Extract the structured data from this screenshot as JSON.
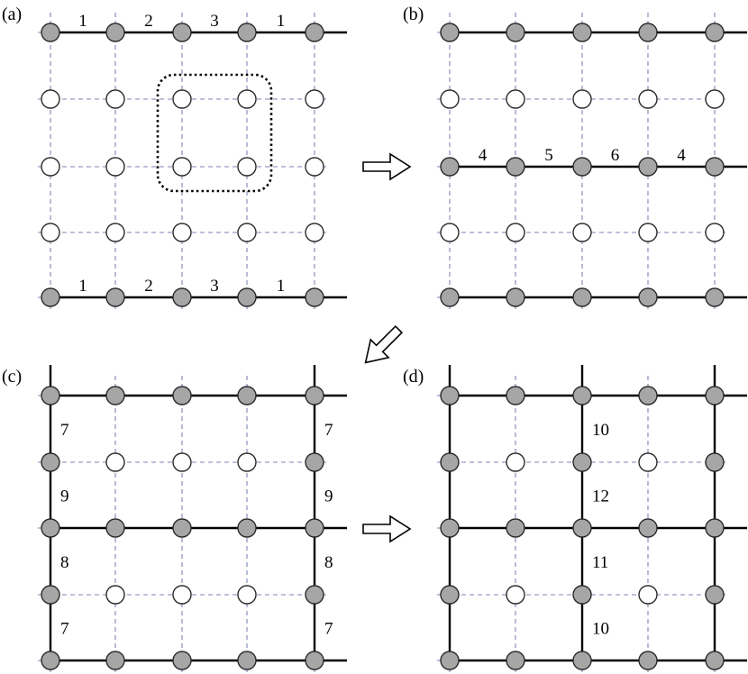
{
  "panels": [
    {
      "id": "a",
      "label": "(a)",
      "hasHighlightBox": true,
      "filledRows": [
        0,
        4
      ],
      "filledCols": [],
      "verticalStubCols": [],
      "horizontalSegments": [
        {
          "row": 0,
          "labels": [
            "1",
            "2",
            "3",
            "1"
          ]
        },
        {
          "row": 4,
          "labels": [
            "1",
            "2",
            "3",
            "1"
          ]
        }
      ],
      "verticalSegments": []
    },
    {
      "id": "b",
      "label": "(b)",
      "hasHighlightBox": false,
      "filledRows": [
        0,
        2,
        4
      ],
      "filledCols": [],
      "verticalStubCols": [],
      "horizontalSegments": [
        {
          "row": 0,
          "labels": [
            "",
            "",
            "",
            ""
          ]
        },
        {
          "row": 2,
          "labels": [
            "4",
            "5",
            "6",
            "4"
          ]
        },
        {
          "row": 4,
          "labels": [
            "",
            "",
            "",
            ""
          ]
        }
      ],
      "verticalSegments": []
    },
    {
      "id": "c",
      "label": "(c)",
      "hasHighlightBox": false,
      "filledRows": [
        0,
        2,
        4
      ],
      "filledCols": [
        0,
        4
      ],
      "verticalStubCols": [
        0,
        4
      ],
      "horizontalSegments": [
        {
          "row": 0,
          "labels": [
            "",
            "",
            "",
            ""
          ]
        },
        {
          "row": 2,
          "labels": [
            "",
            "",
            "",
            ""
          ]
        },
        {
          "row": 4,
          "labels": [
            "",
            "",
            "",
            ""
          ]
        }
      ],
      "verticalSegments": [
        {
          "col": 0,
          "labels": [
            "7",
            "9",
            "8",
            "7"
          ]
        },
        {
          "col": 4,
          "labels": [
            "7",
            "9",
            "8",
            "7"
          ]
        }
      ]
    },
    {
      "id": "d",
      "label": "(d)",
      "hasHighlightBox": false,
      "filledRows": [
        0,
        2,
        4
      ],
      "filledCols": [
        0,
        2,
        4
      ],
      "verticalStubCols": [
        0,
        2,
        4
      ],
      "horizontalSegments": [
        {
          "row": 0,
          "labels": [
            "",
            "",
            "",
            ""
          ]
        },
        {
          "row": 2,
          "labels": [
            "",
            "",
            "",
            ""
          ]
        },
        {
          "row": 4,
          "labels": [
            "",
            "",
            "",
            ""
          ]
        }
      ],
      "verticalSegments": [
        {
          "col": 0,
          "labels": [
            "",
            "",
            "",
            ""
          ]
        },
        {
          "col": 2,
          "labels": [
            "10",
            "12",
            "11",
            "10"
          ]
        },
        {
          "col": 4,
          "labels": [
            "",
            "",
            "",
            ""
          ]
        }
      ]
    }
  ],
  "arrows": [
    {
      "name": "arrow-a-to-b",
      "direction": "right"
    },
    {
      "name": "arrow-b-to-c",
      "direction": "down-left"
    },
    {
      "name": "arrow-c-to-d",
      "direction": "right"
    }
  ],
  "colors": {
    "filledNode": "#a6a6a6",
    "emptyNode": "#ffffff",
    "nodeStroke": "#2a2a2a",
    "dashedGrid": "#7b84b4",
    "boldLine": "#000000"
  }
}
